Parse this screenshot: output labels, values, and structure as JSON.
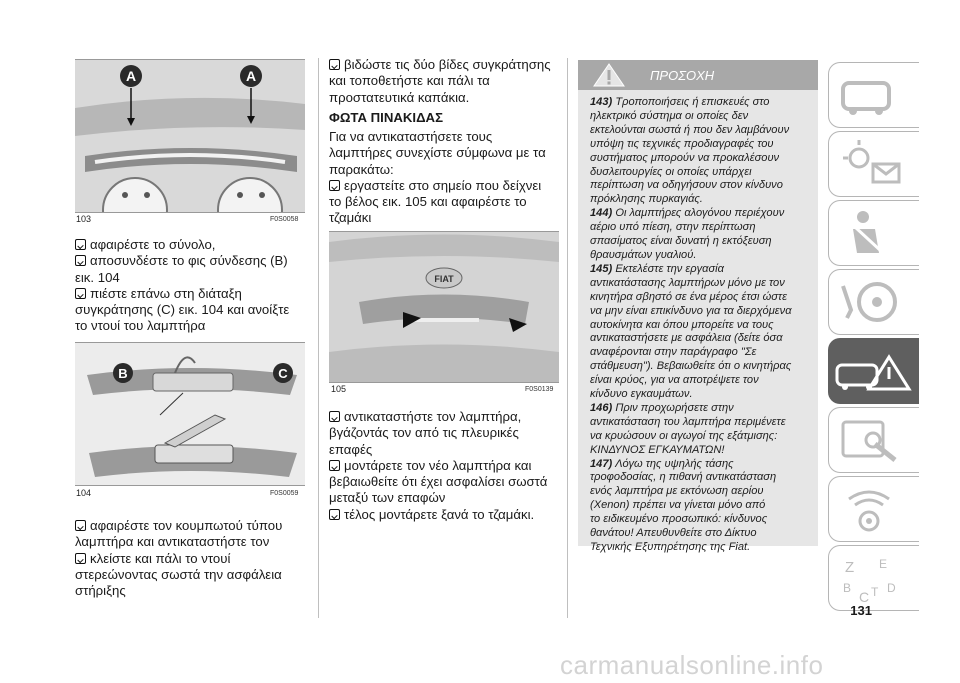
{
  "figures": {
    "f103": {
      "num": "103",
      "code": "F0S0058",
      "labels": [
        "A",
        "A"
      ]
    },
    "f104": {
      "num": "104",
      "code": "F0S0059",
      "labels": [
        "B",
        "C"
      ]
    },
    "f105": {
      "num": "105",
      "code": "F0S0139",
      "badge": "FIAT"
    }
  },
  "col1": {
    "block1": [
      "αφαιρέστε το σύνολο,",
      "αποσυνδέστε το φις σύνδεσης (B)",
      "εικ. 104",
      "πιέστε επάνω στη διάταξη",
      "συγκράτησης (C) εικ. 104 και ανοίξτε",
      "το ντουί του λαμπτήρα"
    ],
    "block2": [
      "αφαιρέστε τον κουμπωτού τύπου",
      "λαμπτήρα και αντικαταστήστε τον",
      "κλείστε και πάλι το ντουί",
      "στερεώνοντας σωστά την ασφάλεια",
      "στήριξης"
    ]
  },
  "col2": {
    "block1": [
      "βιδώστε τις δύο βίδες συγκράτησης",
      "και τοποθετήστε και πάλι τα",
      "προστατευτικά καπάκια."
    ],
    "heading": "ΦΩΤΑ ΠΙΝΑΚΙΔΑΣ",
    "block2": [
      "Για να αντικαταστήσετε τους",
      "λαμπτήρες συνεχίστε σύμφωνα με τα",
      "παρακάτω:",
      "εργαστείτε στο σημείο που δείχνει",
      "το βέλος εικ. 105 και αφαιρέστε το",
      "τζαμάκι"
    ],
    "block3": [
      "αντικαταστήστε τον λαμπτήρα,",
      "βγάζοντάς τον από τις πλευρικές",
      "επαφές",
      "μοντάρετε τον νέο λαμπτήρα και",
      "βεβαιωθείτε ότι έχει ασφαλίσει σωστά",
      "μεταξύ των επαφών",
      "τέλος μοντάρετε ξανά το τζαμάκι."
    ]
  },
  "warning": {
    "title": "ΠΡΟΣΟΧΗ",
    "lines": [
      {
        "n": "143)",
        "t": "Τροποποιήσεις ή επισκευές στο"
      },
      {
        "n": "",
        "t": "ηλεκτρικό σύστημα οι οποίες δεν"
      },
      {
        "n": "",
        "t": "εκτελούνται σωστά ή που δεν λαμβάνουν"
      },
      {
        "n": "",
        "t": "υπόψη τις τεχνικές προδιαγραφές του"
      },
      {
        "n": "",
        "t": "συστήματος μπορούν να προκαλέσουν"
      },
      {
        "n": "",
        "t": "δυσλειτουργίες οι οποίες υπάρχει"
      },
      {
        "n": "",
        "t": "περίπτωση να οδηγήσουν στον κίνδυνο"
      },
      {
        "n": "",
        "t": "πρόκλησης πυρκαγιάς."
      },
      {
        "n": "144)",
        "t": "Οι λαμπτήρες αλογόνου περιέχουν"
      },
      {
        "n": "",
        "t": "αέριο υπό πίεση, στην περίπτωση"
      },
      {
        "n": "",
        "t": "σπασίματος είναι δυνατή η εκτόξευση"
      },
      {
        "n": "",
        "t": "θραυσμάτων γυαλιού."
      },
      {
        "n": "145)",
        "t": "Εκτελέστε την εργασία"
      },
      {
        "n": "",
        "t": "αντικατάστασης λαμπτήρων μόνο με τον"
      },
      {
        "n": "",
        "t": "κινητήρα σβηστό σε ένα μέρος έτσι ώστε"
      },
      {
        "n": "",
        "t": "να μην είναι επικίνδυνο για τα διερχόμενα"
      },
      {
        "n": "",
        "t": "αυτοκίνητα και όπου μπορείτε να τους"
      },
      {
        "n": "",
        "t": "αντικαταστήσετε με ασφάλεια (δείτε όσα"
      },
      {
        "n": "",
        "t": "αναφέρονται στην παράγραφο \"Σε"
      },
      {
        "n": "",
        "t": "στάθμευση\"). Βεβαιωθείτε ότι ο κινητήρας"
      },
      {
        "n": "",
        "t": "είναι κρύος, για να αποτρέψετε τον"
      },
      {
        "n": "",
        "t": "κίνδυνο εγκαυμάτων."
      },
      {
        "n": "146)",
        "t": "Πριν προχωρήσετε στην"
      },
      {
        "n": "",
        "t": "αντικατάσταση του λαμπτήρα περιμένετε"
      },
      {
        "n": "",
        "t": "να κρυώσουν οι αγωγοί της εξάτμισης:"
      },
      {
        "n": "",
        "t": "ΚΙΝΔΥΝΟΣ ΕΓΚΑΥΜΑΤΩΝ!"
      },
      {
        "n": "147)",
        "t": "Λόγω της υψηλής τάσης"
      },
      {
        "n": "",
        "t": "τροφοδοσίας, η πιθανή αντικατάσταση"
      },
      {
        "n": "",
        "t": "ενός λαμπτήρα με εκτόνωση αερίου"
      },
      {
        "n": "",
        "t": "(Xenon) πρέπει να γίνεται μόνο από"
      },
      {
        "n": "",
        "t": "το ειδικευμένο προσωπικό: κίνδυνος"
      },
      {
        "n": "",
        "t": "θανάτου! Απευθυνθείτε στο Δίκτυο"
      },
      {
        "n": "",
        "t": "Τεχνικής Εξυπηρέτησης της Fiat."
      }
    ]
  },
  "sidebar": {
    "tabs": [
      "car-dashboard-icon",
      "warning-lights-icon",
      "seat-belt-icon",
      "steering-wheel-icon",
      "emergency-icon",
      "service-icon",
      "multimedia-icon",
      "index-icon"
    ],
    "active_index": 4,
    "index_letters": [
      "Z",
      "E",
      "B",
      "C",
      "T",
      "D"
    ]
  },
  "page_number": "131",
  "watermark": "carmanualsonline.info"
}
